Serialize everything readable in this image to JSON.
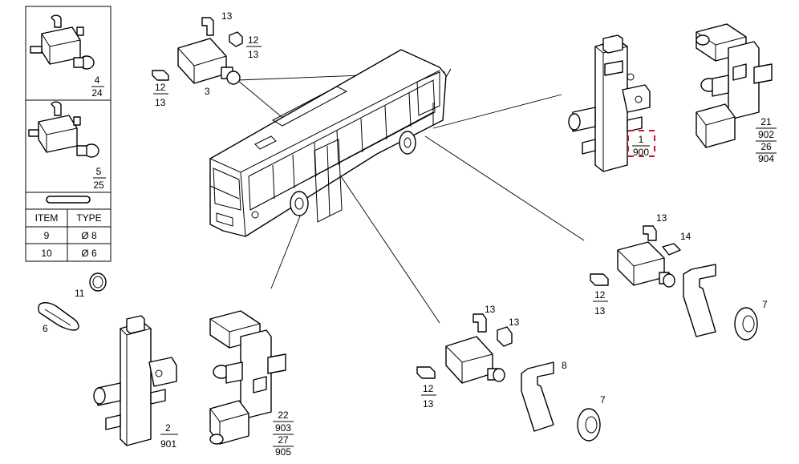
{
  "legend": {
    "rows": [
      {
        "number": "4",
        "sub": "24"
      },
      {
        "number": "5",
        "sub": "25"
      }
    ],
    "table": {
      "headers": [
        "ITEM",
        "TYPE"
      ],
      "rows": [
        {
          "item": "9",
          "type": "Ø 8"
        },
        {
          "item": "10",
          "type": "Ø 6"
        }
      ]
    }
  },
  "callouts": {
    "p13a": "13",
    "p12a": "12",
    "p13b": "13",
    "p12b": "12",
    "p13c": "13",
    "p3": "3",
    "p1": "1",
    "p900": "900",
    "p21": "21",
    "p902": "902",
    "p26": "26",
    "p904": "904",
    "p13d": "13",
    "p14": "14",
    "p12c": "12",
    "p13e": "13",
    "p7a": "7",
    "p11": "11",
    "p6": "6",
    "p2": "2",
    "p901": "901",
    "p22": "22",
    "p903": "903",
    "p27": "27",
    "p905": "905",
    "p13f": "13",
    "p13g": "13",
    "p12d": "12",
    "p13h": "13",
    "p8": "8",
    "p7b": "7"
  },
  "highlight_color": "#c0172b"
}
